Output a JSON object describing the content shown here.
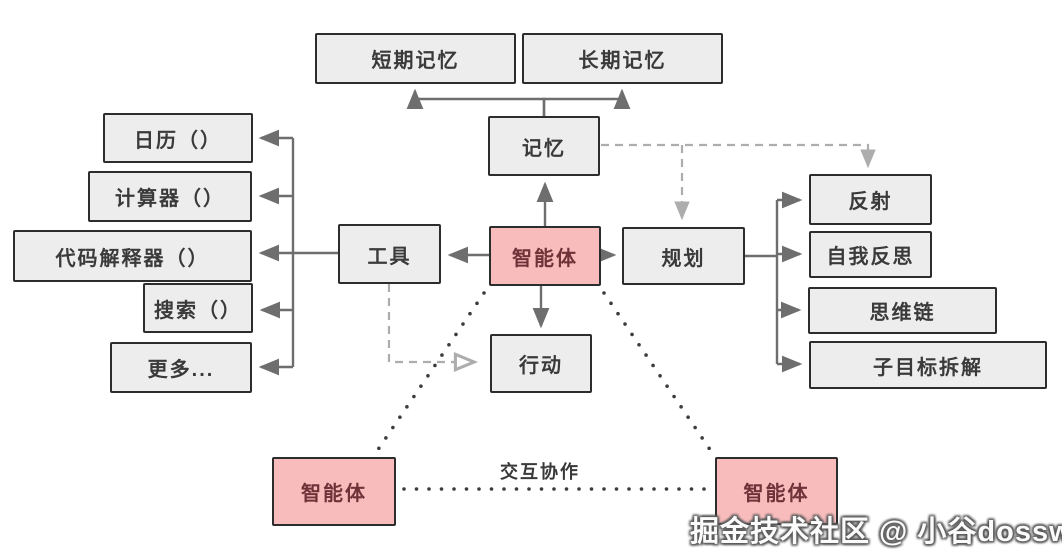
{
  "diagram": {
    "title_implicit": "",
    "nodes": {
      "short_term_memory": {
        "label": "短期记忆"
      },
      "long_term_memory": {
        "label": "长期记忆"
      },
      "memory": {
        "label": "记忆"
      },
      "calendar": {
        "label": "日历（）"
      },
      "calculator": {
        "label": "计算器（）"
      },
      "code_interpreter": {
        "label": "代码解释器（）"
      },
      "search": {
        "label": "搜索（）"
      },
      "more": {
        "label": "更多..."
      },
      "tools": {
        "label": "工具"
      },
      "agent_center": {
        "label": "智能体"
      },
      "planning": {
        "label": "规划"
      },
      "action": {
        "label": "行动"
      },
      "reflection": {
        "label": "反射"
      },
      "self_reflection": {
        "label": "自我反思"
      },
      "chain_of_thought": {
        "label": "思维链"
      },
      "subgoal_decomposition": {
        "label": "子目标拆解"
      },
      "agent_bottom_left": {
        "label": "智能体"
      },
      "agent_bottom_right": {
        "label": "智能体"
      }
    },
    "edge_labels": {
      "collaboration": "交互协作"
    },
    "watermark": "掘金技术社区 @ 小谷dossweet",
    "colors": {
      "node_fill": "#ededed",
      "node_border": "#2d2d2d",
      "agent_fill": "#f8bcbc",
      "agent_text": "#6e3338",
      "text": "#3a3a3a",
      "solid_arrow": "#6e6e6e",
      "dashed_arrow": "#adadad",
      "dotted_line": "#3c3c3c",
      "background": "#ffffff"
    }
  }
}
